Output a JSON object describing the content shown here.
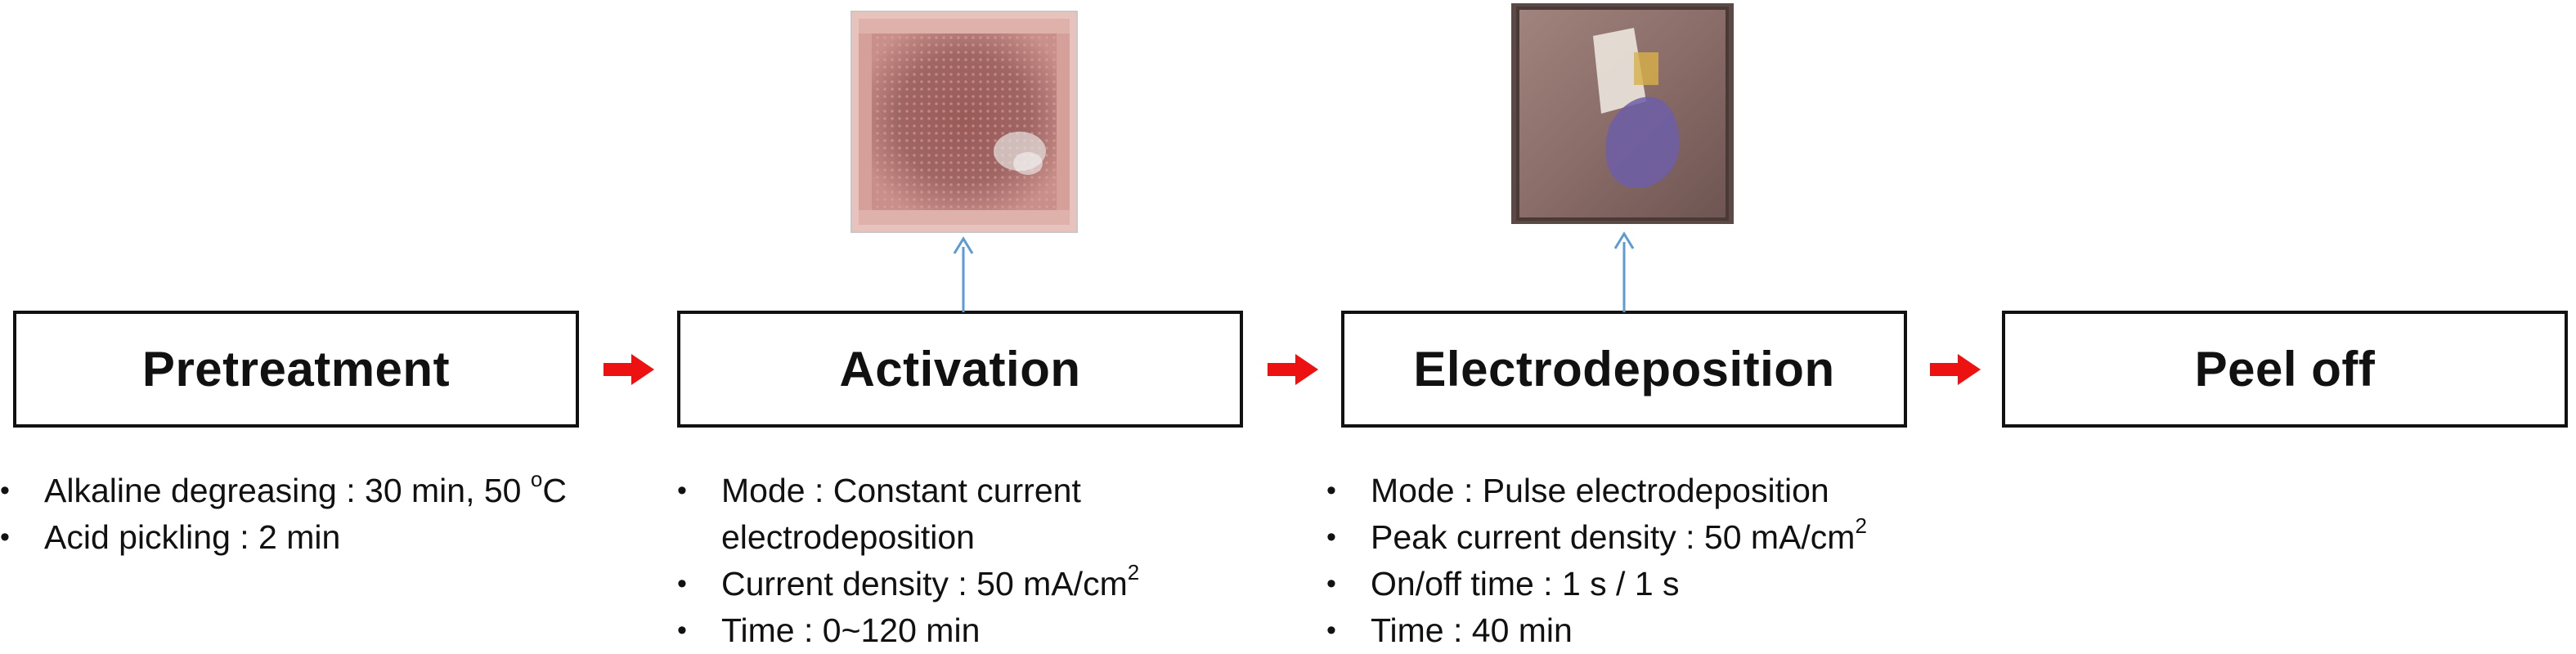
{
  "stages": [
    {
      "label": "Pretreatment"
    },
    {
      "label": "Activation"
    },
    {
      "label": "Electrodeposition"
    },
    {
      "label": "Peel off"
    }
  ],
  "details": {
    "pretreatment": {
      "degreasing": "Alkaline degreasing : 30 min, 50 ",
      "degreasing_sup": "o",
      "degreasing_unit": "C",
      "pickling": "Acid pickling : 2 min"
    },
    "activation": {
      "mode": "Mode : Constant current electrodeposition",
      "density": "Current density : 50 mA/cm",
      "density_sup": "2",
      "time": "Time : 0~120 min"
    },
    "electrodeposition": {
      "mode": "Mode : Pulse electrodeposition",
      "density": "Peak current density : 50 mA/cm",
      "density_sup": "2",
      "onoff": "On/off time : 1 s / 1 s",
      "time": "Time : 40 min"
    }
  },
  "colors": {
    "flow_arrow": "#ee1111",
    "photo_arrow": "#5b9bd5",
    "box_border": "#111111"
  }
}
